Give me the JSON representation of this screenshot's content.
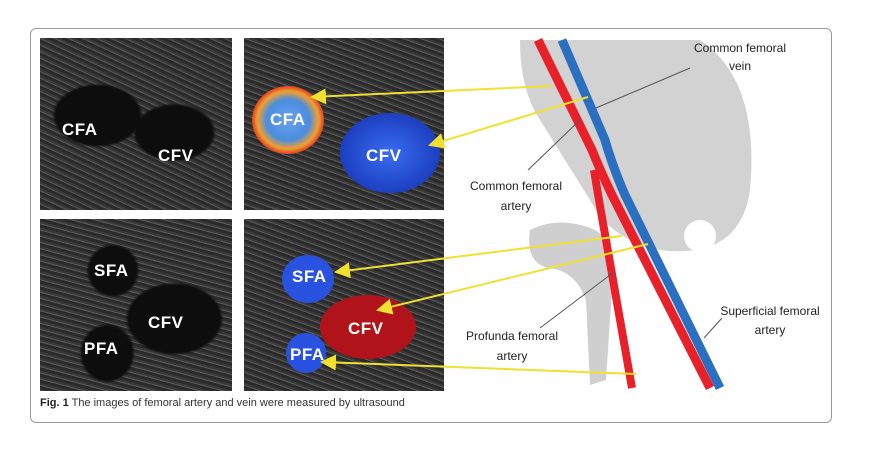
{
  "figure": {
    "panels": {
      "gray_top": {
        "labels": [
          "CFA",
          "CFV"
        ]
      },
      "doppler_top": {
        "labels": [
          "CFA",
          "CFV"
        ]
      },
      "gray_bottom": {
        "labels": [
          "SFA",
          "CFV",
          "PFA"
        ]
      },
      "doppler_bottom": {
        "labels": [
          "SFA",
          "CFV",
          "PFA"
        ]
      }
    },
    "diagram": {
      "common_femoral_vein": [
        "Common femoral",
        "vein"
      ],
      "common_femoral_artery": [
        "Common femoral",
        "artery"
      ],
      "superficial_femoral_artery": [
        "Superficial femoral",
        "artery"
      ],
      "profunda_femoral_artery": [
        "Profunda femoral",
        "artery"
      ]
    },
    "colors": {
      "artery": "#e8202a",
      "vein": "#2a6fc0",
      "arrow": "#f0e030",
      "bone": "#cfcfcf"
    },
    "caption": {
      "label": "Fig. 1",
      "text": "The images of femoral artery and vein were measured by ultrasound"
    }
  }
}
